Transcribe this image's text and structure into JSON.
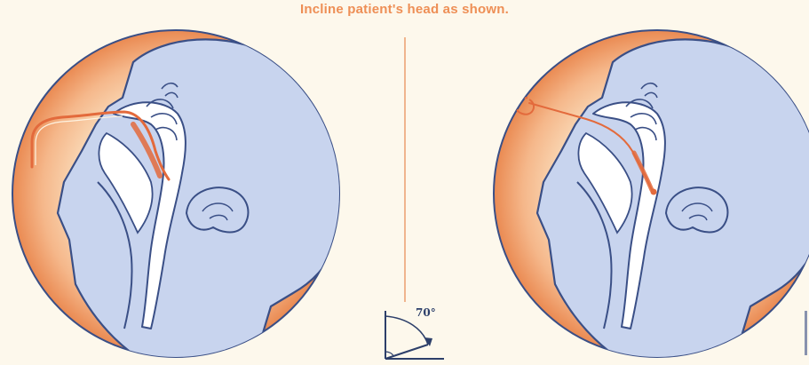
{
  "caption": "Incline patient's head as shown.",
  "angle_label": "70°",
  "colors": {
    "background": "#fdf8ec",
    "circle_outer": "#ee8f56",
    "circle_inner": "#fbe4c6",
    "head_fill": "#c8d4ee",
    "outline": "#3a4f86",
    "tube": "#e36a3c",
    "divider": "#f0b58e"
  },
  "panels": [
    {
      "name": "left-diagram",
      "description_visible": false
    },
    {
      "name": "right-diagram",
      "description_visible": false
    }
  ]
}
